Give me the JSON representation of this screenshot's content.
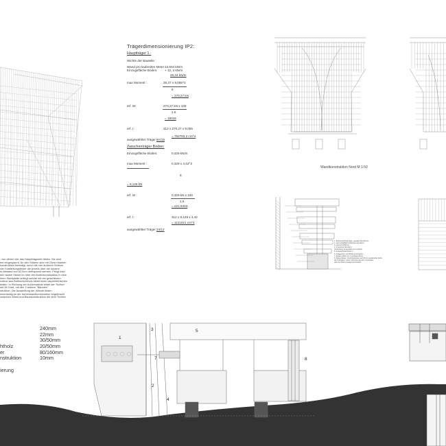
{
  "calc": {
    "title": "Trägerdimensionierung IP2:",
    "main_beam": {
      "heading": "Hauptträger 1 :",
      "weights_label": "Wichte der Bauteile :",
      "wall_label": "Wand pro laufenden Meter :",
      "wall_value": "13,934 kN/m",
      "floor_label": "Einzugsfläche Boden:",
      "floor_value": "+ 12, 4 kN/m",
      "sum_value": "26,34 kN/m",
      "moment_label": "max Moment :",
      "moment_expr": "26,37 x 9,055^2",
      "moment_div": "8",
      "moment_result": "= 270,27 kN",
      "w_label": "erf. W:",
      "w_expr": "270,27 kN x 100",
      "w_div": "1.5",
      "w_result": "= 18018",
      "i_label": "erf. I:",
      "i_expr": "312 x 270,27 x 9,055",
      "i_result": "= 762793,2 cm^4",
      "selected_label": "ausgewählter Träger :",
      "selected_value": "8A/16"
    },
    "secondary_beam": {
      "heading": "Zwischenträger Boden:",
      "floor_label": "Einzugsfläche Boden:",
      "floor_value": "0,329 kN/m",
      "moment_label": "max Moment :",
      "moment_expr": "0,329 x 4,42^2",
      "moment_div": "8",
      "moment_result": "=  8,129 kN",
      "w_label": "erf. W :",
      "w_expr": "0,329 kN x 100",
      "w_div": "1.5",
      "w_result": "=  221,9333",
      "i_label": "erf. I:",
      "i_expr": "312 x 8,129 x 4,42",
      "i_result": "= 1121021 cm^4",
      "selected_label": "ausgewählter Träger :",
      "selected_value": "24/12"
    }
  },
  "description": [
    ", von denen vier das Haupttragwerk bilden. Sie sind",
    "ent eingespannt. An den Stützen sind mit 24mm starken",
    "konstruktion befestigt, durch die vier äußeren Stützen",
    "vier Kraftleitungsfelder die jeweils über die kürzere",
    "m Abstand von 62,5cm überspannt werden. Fängt man",
    "mm starke Stütze im über der Bodenkonstruktion in eine",
    "0mm Stahlplatte auflegt welche mit der geschlitzten",
    "ruktion aus Brettschichtholz bildet einen asymmetrischen",
    "bilden. In Richtung der Außenwände bildet der Trichter",
    "mit 28 Grad,  mit den 3 weitern \"Bäumen\"",
    "struktion. Die Aussteifung der Wände bilden",
    "innenseitig an der Außenwandkonstruktion angebracht",
    "zwischen Wand und Baumkonstruktion die dem Trichter"
  ],
  "layers": [
    {
      "name": "",
      "value": "240mm"
    },
    {
      "name": "",
      "value": "22mm"
    },
    {
      "name": "",
      "value": "30/50mm"
    },
    {
      "name": "htholz",
      "value": "20/50mm"
    },
    {
      "name": "er",
      "value": "80/160mm"
    },
    {
      "name": "nstruktion",
      "value": "10mm"
    },
    {
      "name": "",
      "value": ""
    },
    {
      "name": "ierung",
      "value": ""
    }
  ],
  "section_legend": [
    "1. Brettschichtholzträger, gepappt 8A/16/Anm",
    "2. Lärmschalldämmholzfaserung 22mm",
    "3. Lattung 30/50mm",
    "4. Innenseite lärm/ktd.z",
    "   Verkleidung gespachtelt und verklebt",
    "5. Aussteifunganbinder 2 ...",
    "6. Anlagerhorn und Bodenkonstruktion",
    "7. Einbau 18/40 mm 2-schaliges Brett...",
    "8. Fliesenbelag / Anschlussleisten auf 25 mm gedämpfter Eiche",
    "   der Holzdielen, außer Verbindungsrahm. Feinbinder",
    "   dazu bei Rhino-Anlageschnitzstaub"
  ],
  "elevation_caption": "Wandkonstruktion Nord M 1:50",
  "detail_labels": [
    "1",
    "2",
    "3",
    "4",
    "5",
    "7",
    "8"
  ]
}
